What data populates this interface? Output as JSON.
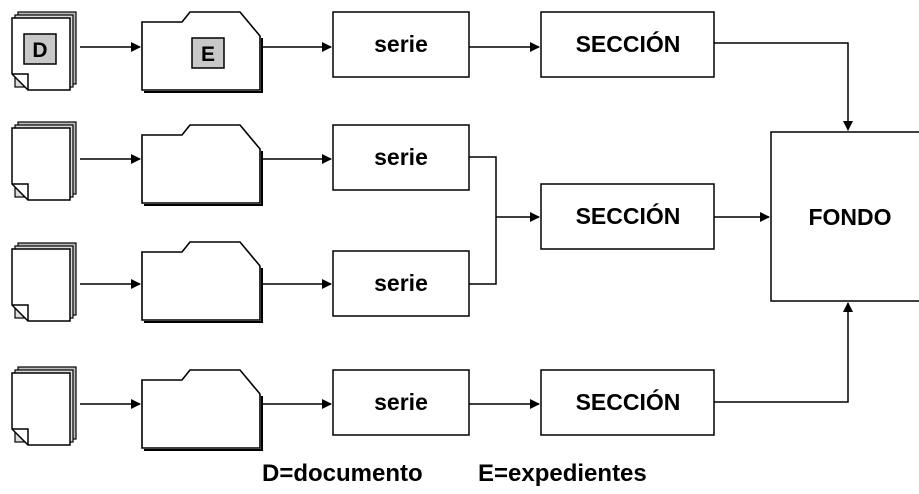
{
  "diagram": {
    "serie_label": "serie",
    "seccion_label": "SECCIÓN",
    "fondo_label": "FONDO",
    "document_badge": "D",
    "folder_badge": "E"
  },
  "legend": {
    "document_key": "D=documento",
    "folder_key": "E=expedientes"
  },
  "colors": {
    "stroke": "#000000",
    "fill": "#ffffff",
    "badge_fill": "#c8c8c8",
    "page_shadow": "#bdbdbd"
  }
}
